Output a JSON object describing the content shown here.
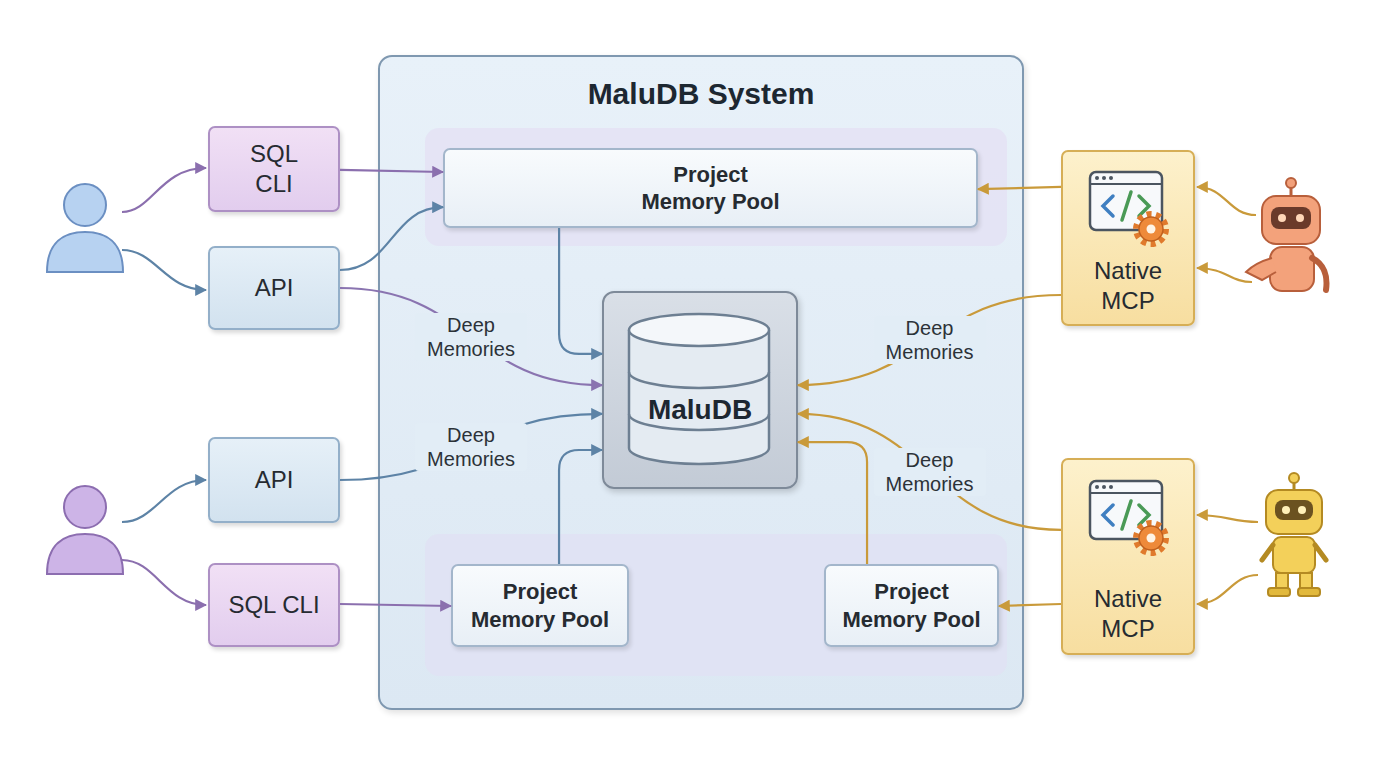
{
  "diagram": {
    "nodes": [
      {
        "text": [
          "MaluDB System"
        ]
      },
      {
        "text": [
          "SQL CLI"
        ]
      },
      {
        "text": [
          "API"
        ]
      },
      {
        "text": [
          "API"
        ]
      },
      {
        "text": [
          "SQL CLI"
        ]
      },
      {
        "text": [
          "Project Memory Pool"
        ],
        "in": 0
      },
      {
        "text": [
          "MaluDB"
        ],
        "in": 0
      },
      {
        "text": [
          "Project Memory Pool"
        ],
        "in": 0
      },
      {
        "text": [
          "Project Memory Pool"
        ],
        "in": 0
      },
      {
        "text": [
          "Native MCP"
        ]
      },
      {
        "text": [
          "Native MCP"
        ]
      }
    ],
    "edges": [
      {
        "from": 1,
        "to": 5,
        "arrow": "to"
      },
      {
        "from": 2,
        "to": 5,
        "arrow": "to"
      },
      {
        "from": 2,
        "to": 6,
        "label": "Deep Memories",
        "arrow": "to"
      },
      {
        "from": 5,
        "to": 6,
        "arrow": "to"
      },
      {
        "from": 3,
        "to": 6,
        "label": "Deep Memories",
        "arrow": "to"
      },
      {
        "from": 4,
        "to": 7,
        "arrow": "to"
      },
      {
        "from": 7,
        "to": 6,
        "arrow": "to"
      },
      {
        "from": 8,
        "to": 6,
        "arrow": "to"
      },
      {
        "from": 9,
        "to": 5,
        "arrow": "to"
      },
      {
        "from": 9,
        "to": 6,
        "label": "Deep Memories",
        "arrow": "to"
      },
      {
        "from": 10,
        "to": 6,
        "label": "Deep Memories",
        "arrow": "to"
      },
      {
        "from": 10,
        "to": 8,
        "arrow": "to"
      }
    ]
  }
}
